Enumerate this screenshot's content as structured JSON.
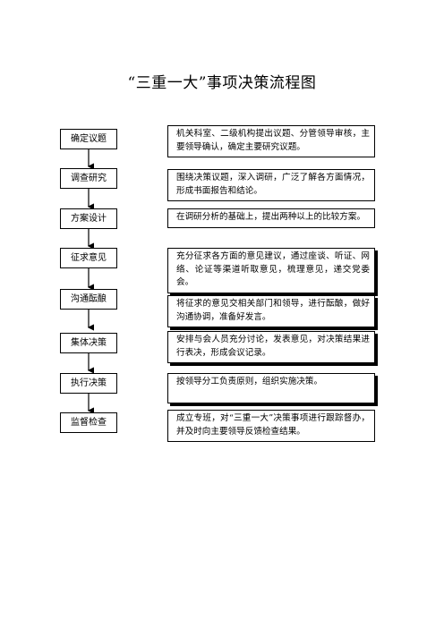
{
  "title": "“三重一大”事项决策流程图",
  "steps": [
    {
      "label": "确定议题",
      "desc": "机关科室、二级机构提出议题、分管领导审核，主要领导确认，确定主要研究议题。"
    },
    {
      "label": "调查研究",
      "desc": "围绕决策议题，深入调研，广泛了解各方面情况，形成书面报告和结论。"
    },
    {
      "label": "方案设计",
      "desc": "在调研分析的基础上，提出两种以上的比较方案。"
    },
    {
      "label": "征求意见",
      "desc": "充分征求各方面的意见建议，通过座谈、听证、网络、论证等渠道听取意见，梳理意见，递交党委会。"
    },
    {
      "label": "沟通酝酿",
      "desc": "将征求的意见交相关部门和领导，进行酝酿，做好沟通协调，准备好发言。"
    },
    {
      "label": "集体决策",
      "desc": "安排与会人员充分讨论，发表意见，对决策结果进行表决，形成会议记录。"
    },
    {
      "label": "执行决策",
      "desc": "按领导分工负责原则，组织实施决策。"
    },
    {
      "label": "监督检查",
      "desc": "成立专班，对“三重一大”决策事项进行跟踪督办，并及时向主要领导反馈检查结果。"
    }
  ]
}
